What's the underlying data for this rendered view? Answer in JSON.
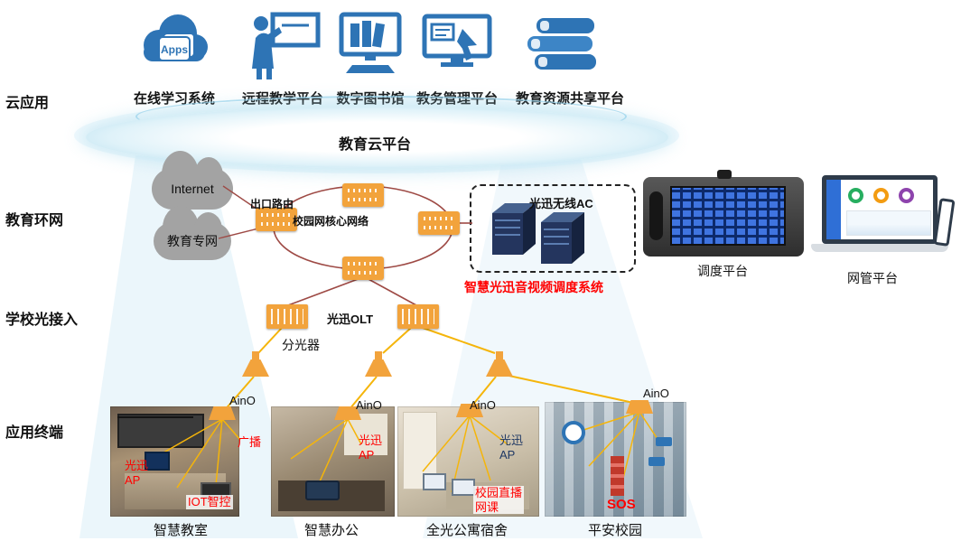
{
  "side_labels": {
    "cloud": "云应用",
    "ring": "教育环网",
    "optical": "学校光接入",
    "terminal": "应用终端"
  },
  "cloud_row": {
    "apps_badge": "Apps",
    "items": [
      {
        "label": "在线学习系统"
      },
      {
        "label": "远程教学平台"
      },
      {
        "label": "数字图书馆"
      },
      {
        "label": "教务管理平台"
      },
      {
        "label": "教育资源共享平台"
      }
    ],
    "platform": "教育云平台"
  },
  "network": {
    "internet": "Internet",
    "edu_net": "教育专网",
    "exit_router": "出口路由",
    "core": "校园网核心网络",
    "ac_box": "光迅无线AC",
    "av_system": "智慧光迅音视频调度系统",
    "dispatch": "调度平台",
    "nms": "网管平台"
  },
  "optical": {
    "olt": "光迅OLT",
    "splitter": "分光器"
  },
  "terminals": {
    "rooms": [
      {
        "caption": "智慧教室",
        "ap": "AinO",
        "broadcast": "广播",
        "ap_tag": "光迅\nAP",
        "iot": "IOT智控"
      },
      {
        "caption": "智慧办公",
        "ap": "AinO",
        "ap_tag": "光迅\nAP"
      },
      {
        "caption": "全光公寓宿舍",
        "ap": "AinO",
        "ap_tag": "光迅\nAP",
        "live": "校园直播\n网课"
      },
      {
        "caption": "平安校园",
        "ap": "AinO",
        "sos": "SOS"
      }
    ]
  },
  "colors": {
    "icon_blue": "#2e74b5",
    "device_orange": "#f2a33c",
    "ring_red": "#9e4a45",
    "alert_red": "#ff0000",
    "server_navy": "#24355e"
  }
}
